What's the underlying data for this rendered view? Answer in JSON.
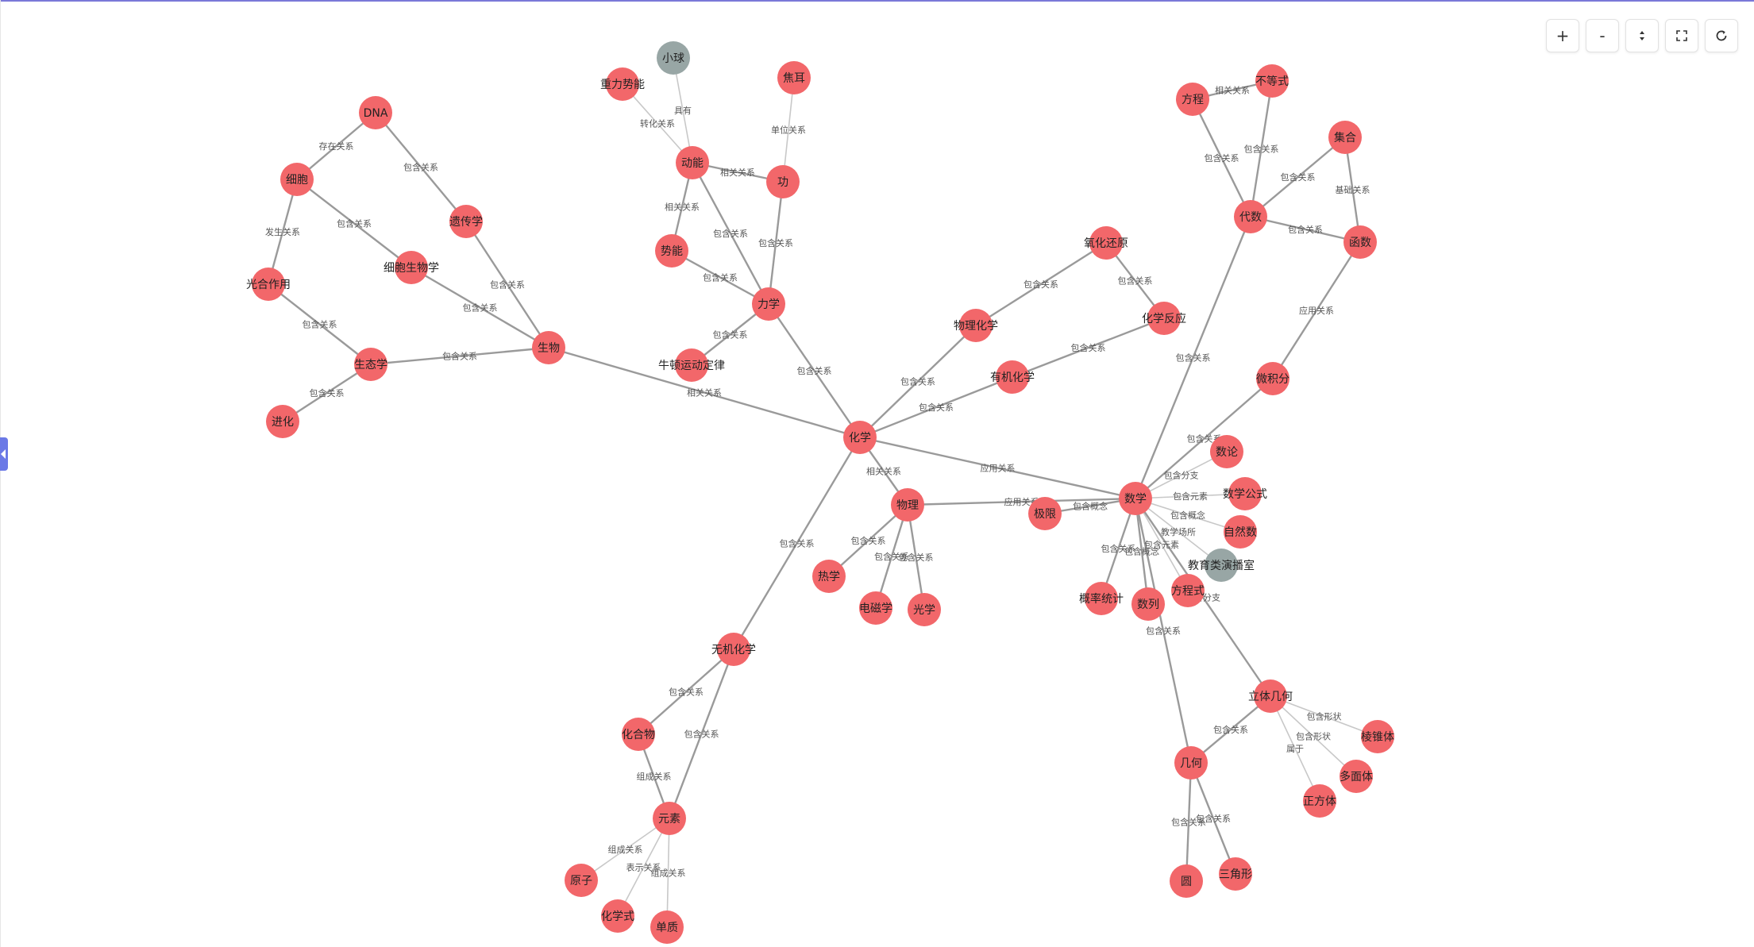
{
  "colors": {
    "node": "#f2676a",
    "node_gray": "#98a6a5",
    "edge": "#9a9a9a",
    "accent": "#6b79e6"
  },
  "toolbar": {
    "zoom_in": "+",
    "zoom_out": "-",
    "fit_icon": "fit-icon",
    "fullscreen_icon": "fullscreen-icon",
    "refresh_icon": "refresh-icon"
  },
  "graph": {
    "nodes": [
      {
        "id": "化学",
        "label": "化学"
      },
      {
        "id": "生物",
        "label": "生物"
      },
      {
        "id": "力学",
        "label": "力学"
      },
      {
        "id": "物理化学",
        "label": "物理化学"
      },
      {
        "id": "有机化学",
        "label": "有机化学"
      },
      {
        "id": "无机化学",
        "label": "无机化学"
      },
      {
        "id": "物理",
        "label": "物理"
      },
      {
        "id": "数学",
        "label": "数学"
      },
      {
        "id": "牛顿运动定律",
        "label": "牛顿运动定律"
      },
      {
        "id": "生态学",
        "label": "生态学"
      },
      {
        "id": "细胞生物学",
        "label": "细胞生物学"
      },
      {
        "id": "遗传学",
        "label": "遗传学"
      },
      {
        "id": "DNA",
        "label": "DNA"
      },
      {
        "id": "细胞",
        "label": "细胞"
      },
      {
        "id": "光合作用",
        "label": "光合作用"
      },
      {
        "id": "进化",
        "label": "进化"
      },
      {
        "id": "动能",
        "label": "动能"
      },
      {
        "id": "势能",
        "label": "势能"
      },
      {
        "id": "功",
        "label": "功"
      },
      {
        "id": "焦耳",
        "label": "焦耳"
      },
      {
        "id": "小球",
        "label": "小球",
        "gray": true
      },
      {
        "id": "重力势能",
        "label": "重力势能"
      },
      {
        "id": "氧化还原",
        "label": "氧化还原"
      },
      {
        "id": "化学反应",
        "label": "化学反应"
      },
      {
        "id": "热学",
        "label": "热学"
      },
      {
        "id": "电磁学",
        "label": "电磁学"
      },
      {
        "id": "光学",
        "label": "光学"
      },
      {
        "id": "极限",
        "label": "极限"
      },
      {
        "id": "化合物",
        "label": "化合物"
      },
      {
        "id": "元素",
        "label": "元素"
      },
      {
        "id": "原子",
        "label": "原子"
      },
      {
        "id": "化学式",
        "label": "化学式"
      },
      {
        "id": "单质",
        "label": "单质"
      },
      {
        "id": "代数",
        "label": "代数"
      },
      {
        "id": "方程",
        "label": "方程"
      },
      {
        "id": "不等式",
        "label": "不等式"
      },
      {
        "id": "集合",
        "label": "集合"
      },
      {
        "id": "函数",
        "label": "函数"
      },
      {
        "id": "微积分",
        "label": "微积分"
      },
      {
        "id": "数论",
        "label": "数论"
      },
      {
        "id": "数学公式",
        "label": "数学公式"
      },
      {
        "id": "自然数",
        "label": "自然数"
      },
      {
        "id": "教育类演播室",
        "label": "教育类演播室",
        "gray": true
      },
      {
        "id": "方程式",
        "label": "方程式"
      },
      {
        "id": "数列",
        "label": "数列"
      },
      {
        "id": "概率统计",
        "label": "概率统计"
      },
      {
        "id": "立体几何",
        "label": "立体几何"
      },
      {
        "id": "几何",
        "label": "几何"
      },
      {
        "id": "棱锥体",
        "label": "棱锥体"
      },
      {
        "id": "多面体",
        "label": "多面体"
      },
      {
        "id": "正方体",
        "label": "正方体"
      },
      {
        "id": "圆",
        "label": "圆"
      },
      {
        "id": "三角形",
        "label": "三角形"
      }
    ],
    "edges": [
      {
        "s": "DNA",
        "t": "细胞",
        "label": "存在关系"
      },
      {
        "s": "DNA",
        "t": "遗传学",
        "label": "包含关系"
      },
      {
        "s": "细胞",
        "t": "光合作用",
        "label": "发生关系"
      },
      {
        "s": "细胞",
        "t": "细胞生物学",
        "label": "包含关系"
      },
      {
        "s": "光合作用",
        "t": "生态学",
        "label": "包含关系"
      },
      {
        "s": "生态学",
        "t": "进化",
        "label": "包含关系"
      },
      {
        "s": "生态学",
        "t": "生物",
        "label": "包含关系"
      },
      {
        "s": "细胞生物学",
        "t": "生物",
        "label": "包含关系"
      },
      {
        "s": "遗传学",
        "t": "生物",
        "label": "包含关系"
      },
      {
        "s": "生物",
        "t": "化学",
        "label": "相关关系"
      },
      {
        "s": "小球",
        "t": "动能",
        "label": "具有",
        "thin": true
      },
      {
        "s": "重力势能",
        "t": "动能",
        "label": "转化关系",
        "thin": true
      },
      {
        "s": "焦耳",
        "t": "功",
        "label": "单位关系",
        "thin": true
      },
      {
        "s": "动能",
        "t": "功",
        "label": "相关关系"
      },
      {
        "s": "动能",
        "t": "势能",
        "label": "相关关系"
      },
      {
        "s": "动能",
        "t": "力学",
        "label": "包含关系"
      },
      {
        "s": "势能",
        "t": "力学",
        "label": "包含关系"
      },
      {
        "s": "功",
        "t": "力学",
        "label": "包含关系"
      },
      {
        "s": "牛顿运动定律",
        "t": "力学",
        "label": "包含关系"
      },
      {
        "s": "力学",
        "t": "化学",
        "label": "包含关系"
      },
      {
        "s": "氧化还原",
        "t": "物理化学",
        "label": "包含关系"
      },
      {
        "s": "氧化还原",
        "t": "化学反应",
        "label": "包含关系"
      },
      {
        "s": "化学反应",
        "t": "有机化学",
        "label": "包含关系"
      },
      {
        "s": "物理化学",
        "t": "化学",
        "label": "包含关系"
      },
      {
        "s": "有机化学",
        "t": "化学",
        "label": "包含关系"
      },
      {
        "s": "化学",
        "t": "数学",
        "label": "应用关系"
      },
      {
        "s": "化学",
        "t": "物理",
        "label": "相关关系"
      },
      {
        "s": "化学",
        "t": "无机化学",
        "label": "包含关系"
      },
      {
        "s": "物理",
        "t": "热学",
        "label": "包含关系"
      },
      {
        "s": "物理",
        "t": "电磁学",
        "label": "包含关系"
      },
      {
        "s": "物理",
        "t": "光学",
        "label": "包含关系"
      },
      {
        "s": "物理",
        "t": "数学",
        "label": "应用关系"
      },
      {
        "s": "极限",
        "t": "数学",
        "label": "包含概念"
      },
      {
        "s": "无机化学",
        "t": "化合物",
        "label": "包含关系"
      },
      {
        "s": "无机化学",
        "t": "元素",
        "label": "包含关系"
      },
      {
        "s": "化合物",
        "t": "元素",
        "label": "组成关系"
      },
      {
        "s": "元素",
        "t": "原子",
        "label": "组成关系",
        "thin": true
      },
      {
        "s": "元素",
        "t": "化学式",
        "label": "表示关系",
        "thin": true
      },
      {
        "s": "元素",
        "t": "单质",
        "label": "组成关系",
        "thin": true
      },
      {
        "s": "方程",
        "t": "不等式",
        "label": "相关关系"
      },
      {
        "s": "方程",
        "t": "代数",
        "label": "包含关系"
      },
      {
        "s": "不等式",
        "t": "代数",
        "label": "包含关系"
      },
      {
        "s": "集合",
        "t": "代数",
        "label": "包含关系"
      },
      {
        "s": "集合",
        "t": "函数",
        "label": "基础关系"
      },
      {
        "s": "代数",
        "t": "函数",
        "label": "包含关系"
      },
      {
        "s": "函数",
        "t": "微积分",
        "label": "应用关系"
      },
      {
        "s": "代数",
        "t": "数学",
        "label": "包含关系"
      },
      {
        "s": "微积分",
        "t": "数学",
        "label": "包含关系"
      },
      {
        "s": "数学",
        "t": "数论",
        "label": "包含分支",
        "thin": true
      },
      {
        "s": "数学",
        "t": "数学公式",
        "label": "包含元素",
        "thin": true
      },
      {
        "s": "数学",
        "t": "自然数",
        "label": "包含概念",
        "thin": true
      },
      {
        "s": "数学",
        "t": "教育类演播室",
        "label": "教学场所",
        "thin": true
      },
      {
        "s": "数学",
        "t": "方程式",
        "label": "包含元素",
        "thin": true
      },
      {
        "s": "数学",
        "t": "数列",
        "label": "包含概念"
      },
      {
        "s": "数学",
        "t": "概率统计",
        "label": "包含关系"
      },
      {
        "s": "数学",
        "t": "立体几何",
        "label": "包含分支"
      },
      {
        "s": "数学",
        "t": "几何",
        "label": "包含关系"
      },
      {
        "s": "立体几何",
        "t": "几何",
        "label": "包含关系"
      },
      {
        "s": "立体几何",
        "t": "棱锥体",
        "label": "包含形状",
        "thin": true
      },
      {
        "s": "立体几何",
        "t": "多面体",
        "label": "包含形状",
        "thin": true
      },
      {
        "s": "立体几何",
        "t": "正方体",
        "label": "属于",
        "thin": true
      },
      {
        "s": "几何",
        "t": "圆",
        "label": "包含关系"
      },
      {
        "s": "几何",
        "t": "三角形",
        "label": "包含关系"
      }
    ]
  }
}
